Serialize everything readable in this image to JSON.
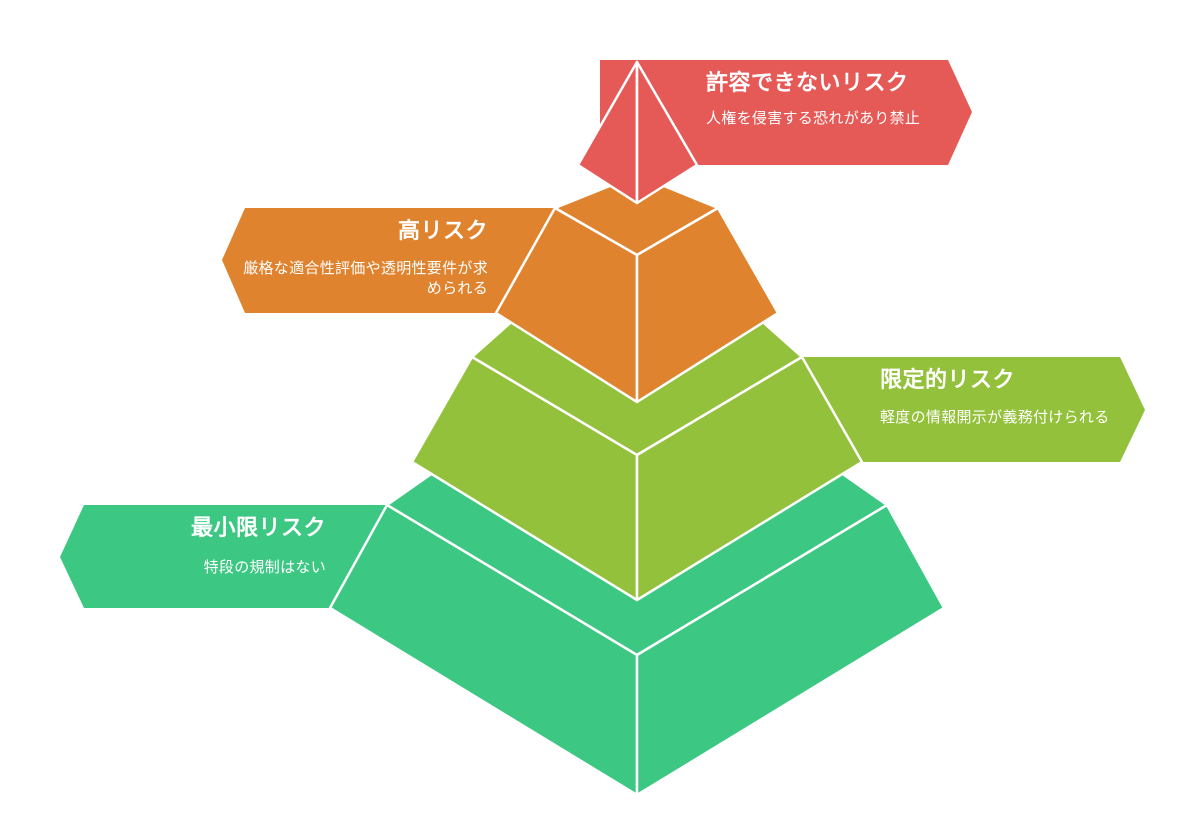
{
  "tiers": [
    {
      "id": "unacceptable",
      "title": "許容できないリスク",
      "description": "人権を侵害する恐れがあり禁止",
      "color": "#e55a57"
    },
    {
      "id": "high",
      "title": "高リスク",
      "description": "厳格な適合性評価や透明性要件が求められる",
      "color": "#e0832f"
    },
    {
      "id": "limited",
      "title": "限定的リスク",
      "description": "軽度の情報開示が義務付けられる",
      "color": "#93c13b"
    },
    {
      "id": "minimal",
      "title": "最小限リスク",
      "description": "特段の規制はない",
      "color": "#3cc782"
    }
  ]
}
